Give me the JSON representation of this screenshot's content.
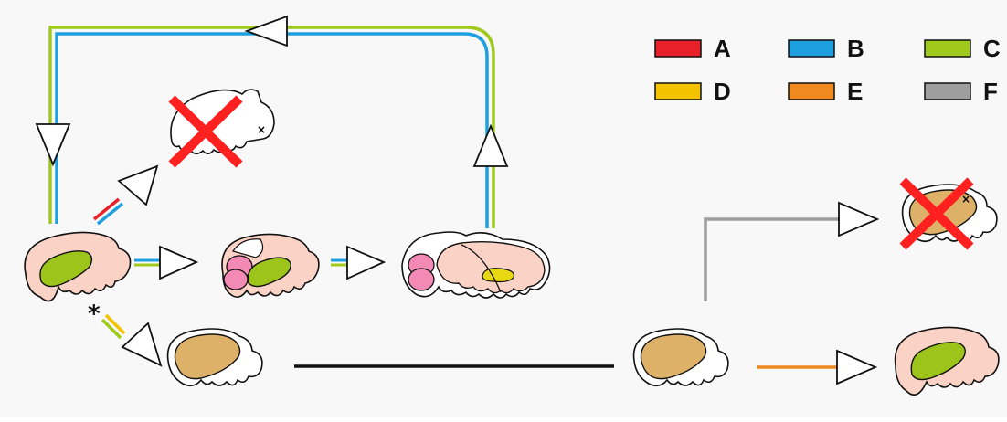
{
  "legend": {
    "items": [
      {
        "key": "A",
        "color": "#e8202a"
      },
      {
        "key": "B",
        "color": "#1ea0e0"
      },
      {
        "key": "C",
        "color": "#9fca1c"
      },
      {
        "key": "D",
        "color": "#f5c200"
      },
      {
        "key": "E",
        "color": "#f08a20"
      },
      {
        "key": "F",
        "color": "#9e9e9e"
      }
    ]
  },
  "annotations": {
    "asterisk": "*"
  },
  "colors": {
    "body": "#fbd3c6",
    "yolk_green": "#9dc41a",
    "brown": "#ddb168",
    "pink_lobes": "#f28ab5",
    "yellow_patch": "#e8d812",
    "cross": "#ff2020",
    "outline": "#111111",
    "connector_black": "#111111",
    "arrow_fill": "#ffffff"
  }
}
